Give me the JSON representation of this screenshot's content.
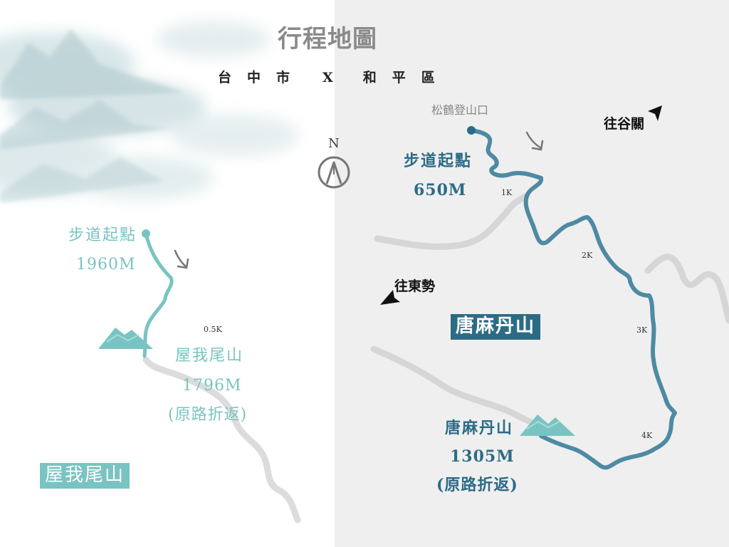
{
  "map": {
    "title": "行程地圖",
    "subtitle": {
      "city": "台中市",
      "separator": "X",
      "district": "和平區"
    },
    "compass_label": "N",
    "colors": {
      "left_trail": "#79c4c2",
      "right_trail": "#2c6b86",
      "background_right": "#efefef"
    },
    "left_route": {
      "tag": "屋我尾山",
      "start_label": "步道起點",
      "start_elevation": "1960M",
      "distance_marker": "0.5K",
      "peak_name": "屋我尾山",
      "peak_elevation": "1796M",
      "peak_note": "(原路折返)"
    },
    "right_route": {
      "tag": "唐麻丹山",
      "trailhead": "松鶴登山口",
      "start_label": "步道起點",
      "start_elevation": "650M",
      "distance_markers": [
        "1K",
        "2K",
        "3K",
        "4K"
      ],
      "peak_name": "唐麻丹山",
      "peak_elevation": "1305M",
      "peak_note": "(原路折返)"
    },
    "directions": {
      "to_guguan": "往谷關",
      "to_dongshi": "往東勢"
    },
    "icons": [
      "compass-icon",
      "mountain-icon",
      "direction-arrow-icon",
      "trail-arrow-icon",
      "start-point-icon"
    ]
  }
}
